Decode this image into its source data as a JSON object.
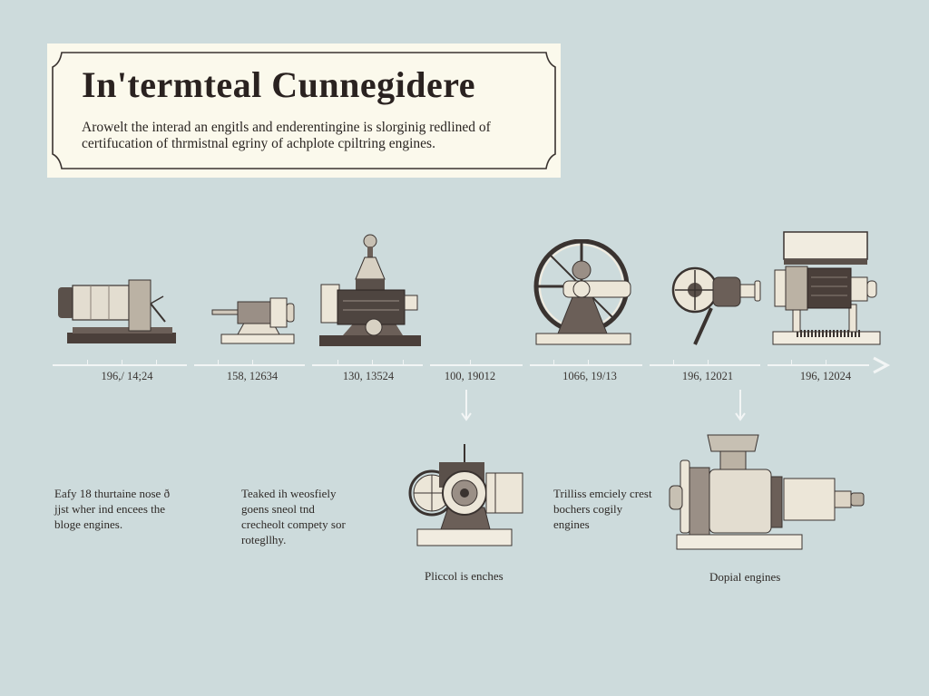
{
  "header": {
    "title": "In'termteal Cunnegidere",
    "subtitle": "Arowelt the interad an engitls and enderentingine is slorginig redlined of certifucation of thrmistnal egriny of achplote cpiltring engines."
  },
  "colors": {
    "background": "#cddbdc",
    "card": "#fbf9ec",
    "ink": "#2a2220",
    "timeline": "#f2f5f5"
  },
  "timeline": {
    "arrow_icon": "chevron-right-icon",
    "dates": [
      "196,/ 14;24",
      "158, 12634",
      "130, 13524",
      "100, 19012",
      "1066, 19/13",
      "196, 12021",
      "196, 12024"
    ],
    "engines": [
      {
        "name": "cylinder-motor-engine"
      },
      {
        "name": "small-shaft-engine"
      },
      {
        "name": "governor-ball-engine"
      },
      {
        "name": "flywheel-engine"
      },
      {
        "name": "wheel-crank-engine"
      },
      {
        "name": "boxed-electric-engine"
      }
    ]
  },
  "details": {
    "left_notes": [
      {
        "text": "Eafy 18 thurtaine nose ð jjst wher ind encees the bloge engines."
      },
      {
        "text": "Teaked ih weosfiely goens sneol tnd crecheolt compety sor rotegllhy."
      }
    ],
    "middle": {
      "engine": "flywheel-detail-engine",
      "caption": "Pliccol is enches",
      "note": "Trilliss emciely crest bochers cogily engines"
    },
    "right": {
      "engine": "hopper-motor-engine",
      "caption": "Dopial engines"
    }
  }
}
